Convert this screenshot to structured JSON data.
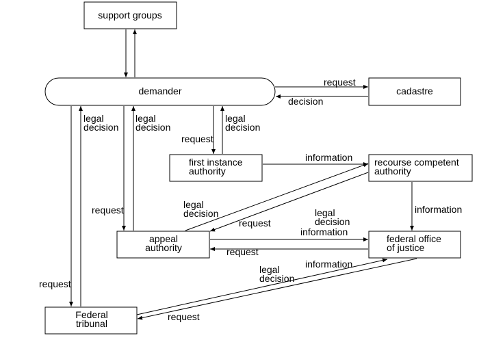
{
  "nodes": {
    "support_groups": {
      "label": [
        "support groups"
      ]
    },
    "demander": {
      "label": [
        "demander"
      ]
    },
    "cadastre": {
      "label": [
        "cadastre"
      ]
    },
    "first_instance": {
      "label": [
        "first instance",
        "authority"
      ]
    },
    "recourse": {
      "label": [
        "recourse competent",
        "authority"
      ]
    },
    "appeal": {
      "label": [
        "appeal",
        "authority"
      ]
    },
    "federal_office": {
      "label": [
        "federal office",
        "of justice"
      ]
    },
    "federal_tribunal": {
      "label": [
        "Federal",
        "tribunal"
      ]
    }
  },
  "edges": [
    {
      "id": "dem-cad-request",
      "from": "demander",
      "to": "cadastre",
      "label": [
        "request"
      ]
    },
    {
      "id": "cad-dem-decision",
      "from": "cadastre",
      "to": "demander",
      "label": [
        "decision"
      ]
    },
    {
      "id": "dem-sg",
      "from": "demander",
      "to": "support_groups",
      "label": []
    },
    {
      "id": "sg-dem",
      "from": "support_groups",
      "to": "demander",
      "label": []
    },
    {
      "id": "tri-dem",
      "from": "federal_tribunal",
      "to": "demander",
      "label": [
        "legal",
        "decision"
      ]
    },
    {
      "id": "dem-tri",
      "from": "demander",
      "to": "federal_tribunal",
      "label": [
        "request"
      ]
    },
    {
      "id": "app-dem",
      "from": "appeal",
      "to": "demander",
      "label": [
        "legal",
        "decision"
      ]
    },
    {
      "id": "dem-app",
      "from": "demander",
      "to": "appeal",
      "label": [
        "request"
      ]
    },
    {
      "id": "fi-dem",
      "from": "first_instance",
      "to": "demander",
      "label": [
        "legal",
        "decision"
      ]
    },
    {
      "id": "dem-fi",
      "from": "demander",
      "to": "first_instance",
      "label": [
        "request"
      ]
    },
    {
      "id": "fi-rec",
      "from": "first_instance",
      "to": "recourse",
      "label": [
        "information"
      ]
    },
    {
      "id": "rec-app",
      "from": "recourse",
      "to": "appeal",
      "label": [
        "legal",
        "decision"
      ]
    },
    {
      "id": "app-rec",
      "from": "appeal",
      "to": "recourse",
      "label": [
        "request"
      ]
    },
    {
      "id": "rec-fed",
      "from": "recourse",
      "to": "federal_office",
      "label": [
        "information"
      ]
    },
    {
      "id": "app-fed",
      "from": "appeal",
      "to": "federal_office",
      "label": [
        "information"
      ]
    },
    {
      "id": "fed-app",
      "from": "federal_office",
      "to": "appeal",
      "label": [
        "request"
      ]
    },
    {
      "id": "tri-fed",
      "from": "federal_tribunal",
      "to": "federal_office",
      "label": [
        "information"
      ]
    },
    {
      "id": "fed-tri",
      "from": "federal_office",
      "to": "federal_tribunal",
      "label": [
        "request"
      ]
    },
    {
      "id": "fed-app-legal",
      "from": "federal_office",
      "to": "appeal",
      "label": [
        "legal",
        "decision"
      ]
    },
    {
      "id": "fed-tri-legal",
      "from": "federal_office",
      "to": "federal_tribunal",
      "label": [
        "legal",
        "decision"
      ]
    }
  ]
}
